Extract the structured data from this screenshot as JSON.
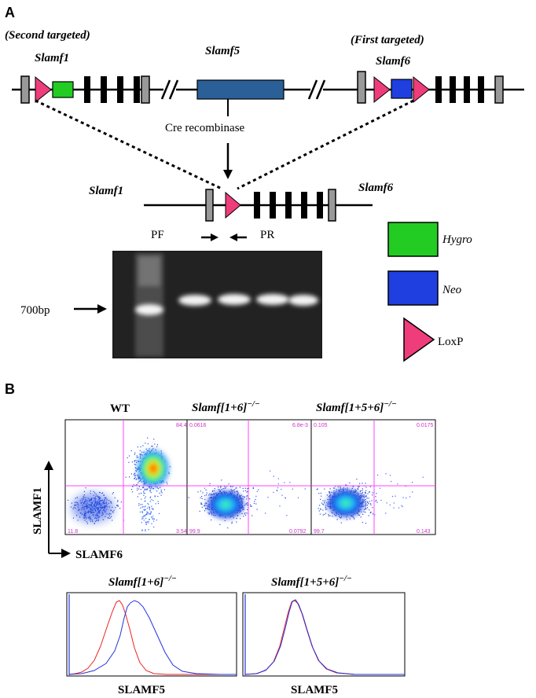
{
  "panel_a": {
    "label": "A",
    "second_targeted": "(Second targeted)",
    "first_targeted": "(First targeted)",
    "gene_slamf1": "Slamf1",
    "gene_slamf5": "Slamf5",
    "gene_slamf6": "Slamf6",
    "cre": "Cre recombinase",
    "product_slamf1": "Slamf1",
    "product_slamf6": "Slamf6",
    "primer_pf": "PF",
    "primer_pr": "PR",
    "size_marker": "700bp",
    "legend": {
      "hygro": "Hygro",
      "neo": "Neo",
      "loxp": "LoxP"
    },
    "colors": {
      "hygro": "#22cc22",
      "neo": "#1f3fe0",
      "loxp": "#ee3d7a",
      "slamf5_box": "#2a5f97",
      "gel_bg": "#1c1c1c"
    }
  },
  "panel_b": {
    "label": "B",
    "plots": [
      {
        "title": "WT",
        "q_ul": "",
        "q_ur": "84.4",
        "q_ll": "11.8",
        "q_lr": "3.54"
      },
      {
        "title_base": "Slamf[1+6]",
        "title_sup": "−/−",
        "q_ul": "0.0616",
        "q_ur": "6.8e-3",
        "q_ll": "99.9",
        "q_lr": "0.0792"
      },
      {
        "title_base": "Slamf[1+5+6]",
        "title_sup": "−/−",
        "q_ul": "0.105",
        "q_ur": "0.0175",
        "q_ll": "99.7",
        "q_lr": "0.143"
      }
    ],
    "y_axis": "SLAMF1",
    "x_axis": "SLAMF6",
    "histograms": [
      {
        "title_base": "Slamf[1+6]",
        "title_sup": "−/−",
        "xlabel": "SLAMF5"
      },
      {
        "title_base": "Slamf[1+5+6]",
        "title_sup": "−/−",
        "xlabel": "SLAMF5"
      }
    ],
    "colors": {
      "gate": "#ff44ff",
      "quadrant_text": "#cc33cc",
      "red_line": "#ee2222",
      "blue_line": "#2233dd"
    }
  }
}
